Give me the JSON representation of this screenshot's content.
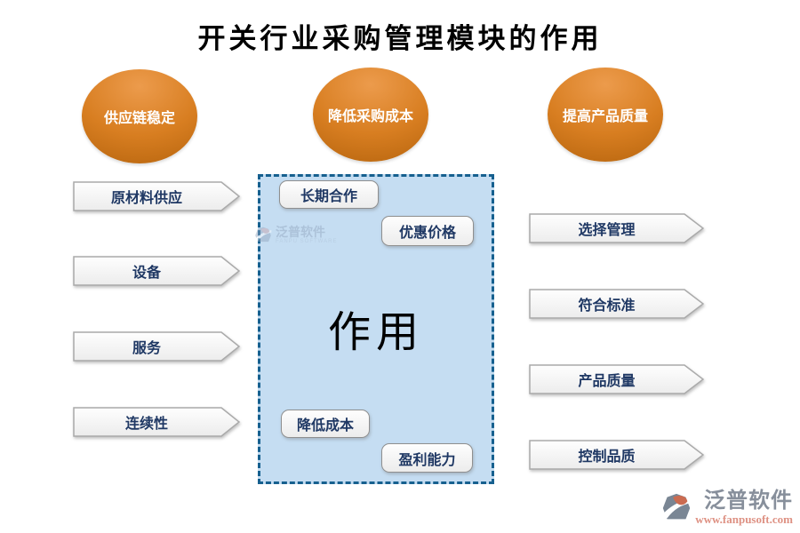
{
  "title": "开关行业采购管理模块的作用",
  "ellipses": [
    {
      "label": "供应链稳定"
    },
    {
      "label": "降低采购成本"
    },
    {
      "label": "提高产品质量"
    }
  ],
  "left_arrows": [
    {
      "label": "原材料供应"
    },
    {
      "label": "设备"
    },
    {
      "label": "服务"
    },
    {
      "label": "连续性"
    }
  ],
  "right_arrows": [
    {
      "label": "选择管理"
    },
    {
      "label": "符合标准"
    },
    {
      "label": "产品质量"
    },
    {
      "label": "控制品质"
    }
  ],
  "center": {
    "label": "作用",
    "chips": [
      {
        "label": "长期合作"
      },
      {
        "label": "优惠价格"
      },
      {
        "label": "降低成本"
      },
      {
        "label": "盈利能力"
      }
    ]
  },
  "watermark": {
    "name": "泛普软件",
    "subtitle": "FANPU SOFTWARE"
  },
  "brand": {
    "name": "泛普软件",
    "url": "www.fanpusoft.com"
  },
  "colors": {
    "ellipse_top": "#EC9B4C",
    "ellipse_bottom": "#A85A06",
    "center_box_fill": "#C5DDF2",
    "center_box_border": "#16608F",
    "label_text": "#1F3864",
    "brand_gray": "#878F9B",
    "brand_salmon": "#DE9183"
  }
}
